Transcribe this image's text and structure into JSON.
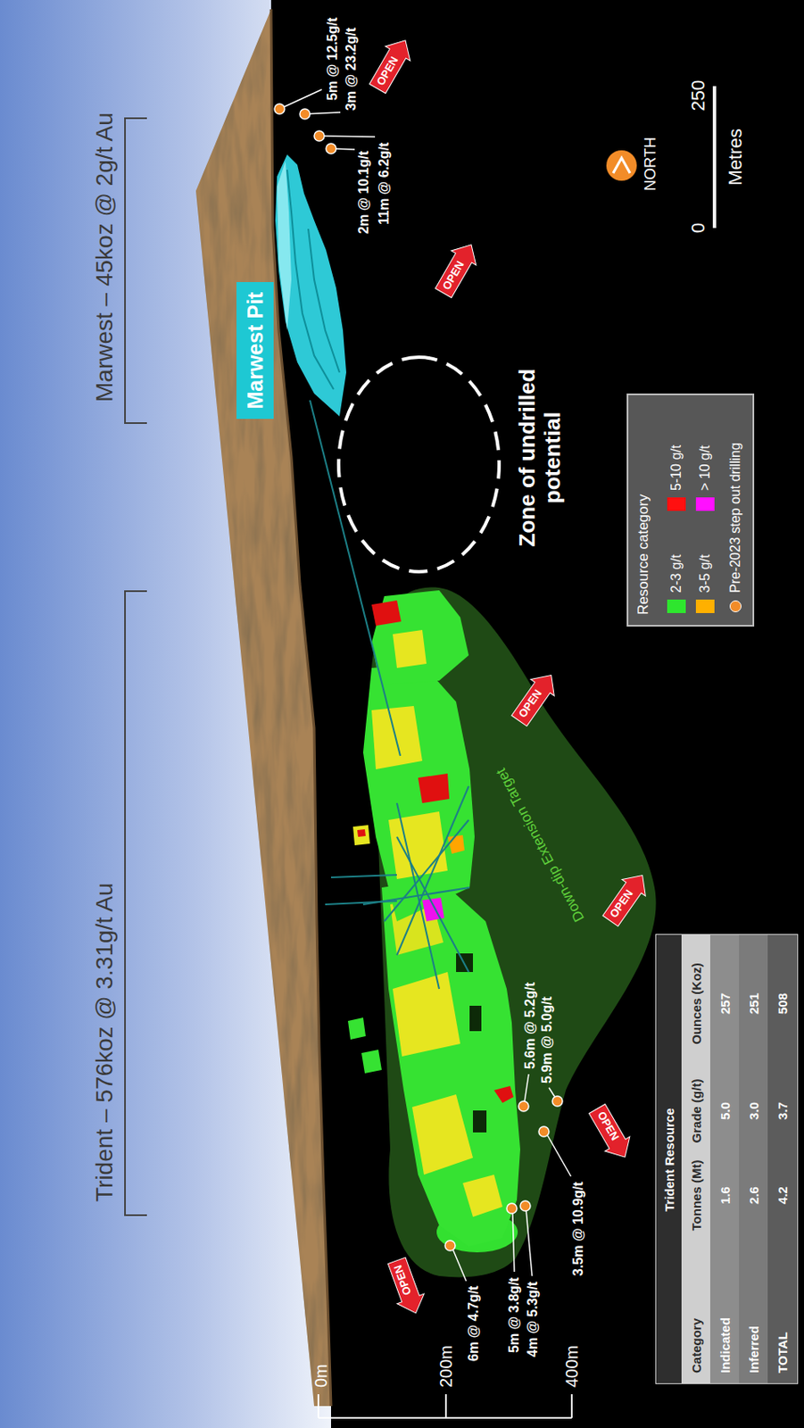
{
  "diagram": {
    "nodes": [
      {
        "text": [
          "Marwest Pit"
        ]
      }
    ],
    "labels": [
      "Trident – 576koz @ 3.31g/t Au",
      "Marwest – 45koz @ 2g/t Au",
      "5m @ 12.5g/t",
      "3m @ 23.2g/t",
      "2m @ 10.1g/t",
      "11m @ 6.2g/t",
      "OPEN",
      "OPEN",
      "OPEN",
      "OPEN",
      "OPEN",
      "OPEN",
      "Zone of undrilled potential",
      "Resource category",
      "NORTH",
      "0",
      "250",
      "Metres",
      "5.6m @ 5.2g/t",
      "5.9m @ 5.0g/t",
      "3.5m @ 10.9g/t",
      "6m @ 4.7g/t",
      "5m @ 3.8g/t",
      "4m @ 5.3g/t",
      "Down-dip Extension Target",
      "0m",
      "200m",
      "400m",
      "Trident Resource",
      "Category",
      "Tonnes (Mt)",
      "Grade (g/t)",
      "Ounces (Koz)",
      "Indicated",
      "1.6",
      "5.0",
      "257",
      "Inferred",
      "2.6",
      "3.0",
      "251",
      "TOTAL",
      "4.2",
      "3.7",
      "508"
    ],
    "legend": [
      {
        "text": "2-3 g/t",
        "color": "#2ee62e"
      },
      {
        "text": "5-10 g/t",
        "color": "#ff1010"
      },
      {
        "text": "3-5 g/t",
        "color": "#ffb000"
      },
      {
        "text": "> 10 g/t",
        "color": "#ff10ff"
      },
      {
        "text": "Pre-2023 step out drilling"
      }
    ]
  }
}
